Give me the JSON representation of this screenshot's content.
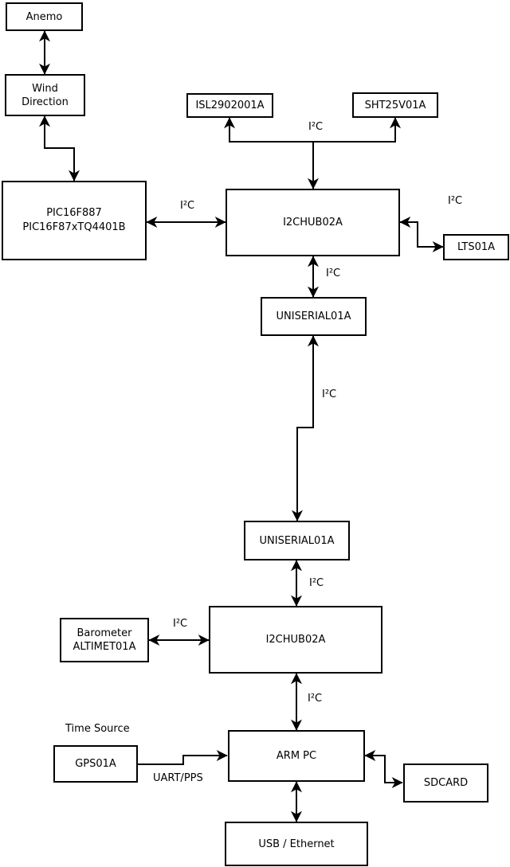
{
  "diagram": {
    "colors": {
      "background": "#ffffff",
      "line": "#000000",
      "text": "#000000"
    },
    "nodes": {
      "anemo": {
        "label": "Anemo"
      },
      "wind_direction": {
        "lines": [
          "Wind",
          "Direction"
        ]
      },
      "pic": {
        "lines": [
          "PIC16F887",
          "PIC16F87xTQ4401B"
        ]
      },
      "isl": {
        "label": "ISL2902001A"
      },
      "sht": {
        "label": "SHT25V01A"
      },
      "i2c_hub_upper": {
        "label": "I2CHUB02A"
      },
      "lts": {
        "label": "LTS01A"
      },
      "uniserial_upper": {
        "label": "UNISERIAL01A"
      },
      "uniserial_lower": {
        "label": "UNISERIAL01A"
      },
      "i2c_hub_lower": {
        "label": "I2CHUB02A"
      },
      "barometer": {
        "lines": [
          "Barometer",
          "ALTIMET01A"
        ]
      },
      "gps": {
        "label": "GPS01A"
      },
      "arm_pc": {
        "label": "ARM PC"
      },
      "sdcard": {
        "label": "SDCARD"
      },
      "usb_ethernet": {
        "label": "USB / Ethernet"
      }
    },
    "edge_labels": {
      "bus_top": "I²C",
      "pic_to_hub": "I²C",
      "hub_to_lts": "I²C",
      "hub_to_uniserial_upper": "I²C",
      "uniserial_link": "I²C",
      "uniserial_lower_to_hub": "I²C",
      "barometer_to_hub": "I²C",
      "hub_to_arm_pc": "I²C",
      "time_source": "Time Source",
      "uart_pps": "UART/PPS"
    }
  }
}
